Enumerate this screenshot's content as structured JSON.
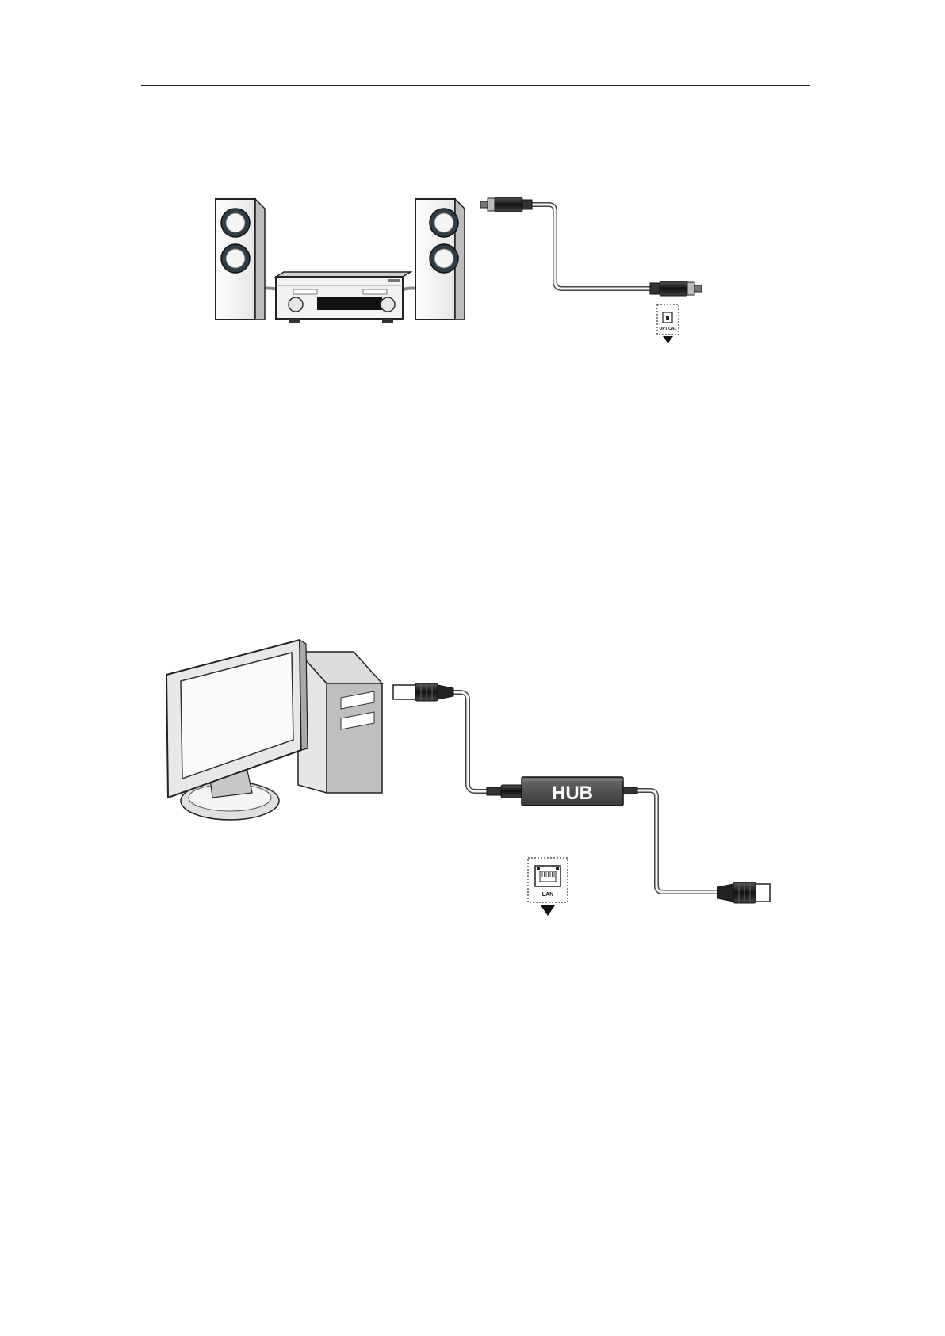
{
  "diagram_audio": {
    "port_label": "OPTICAL"
  },
  "diagram_network": {
    "hub_label": "HUB",
    "port_label": "LAN"
  }
}
